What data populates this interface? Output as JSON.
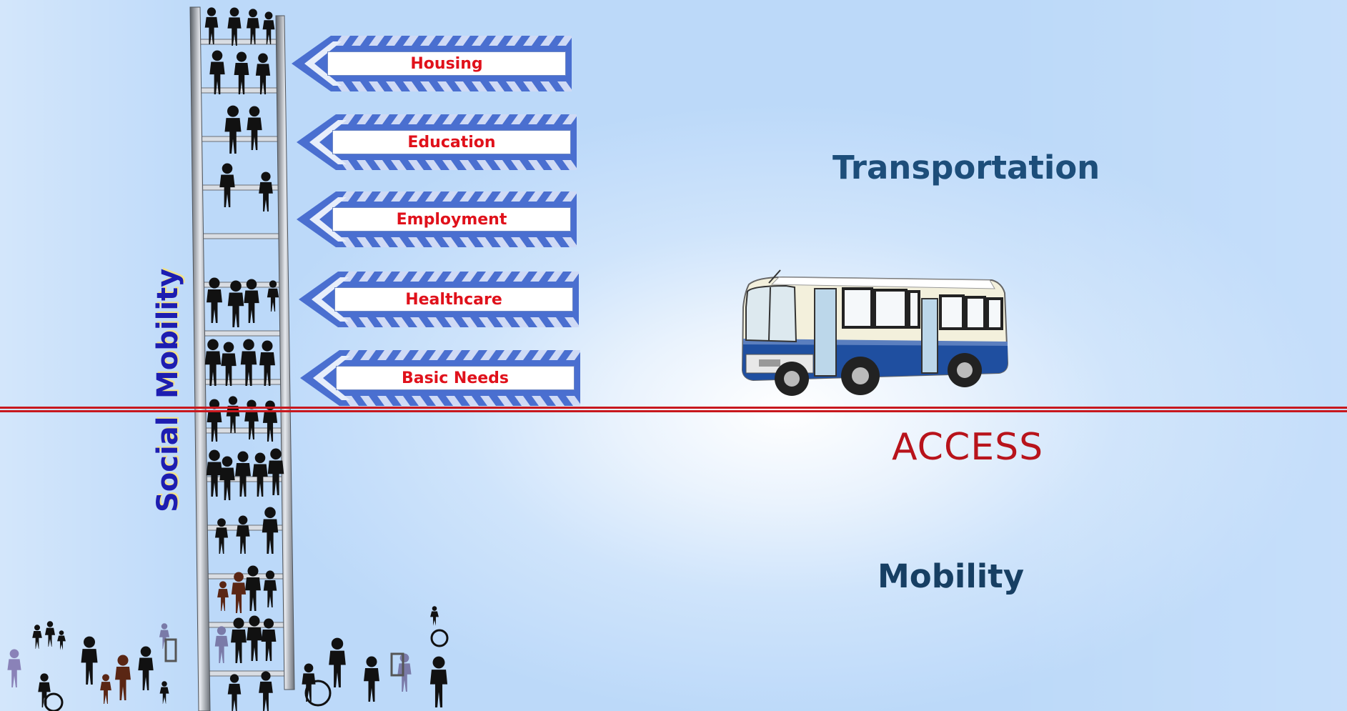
{
  "diagram": {
    "labels": {
      "transportation": "Transportation",
      "access": "ACCESS",
      "mobility": "Mobility",
      "social": "Social",
      "vertical_mobility": "Mobility"
    },
    "arrows": [
      {
        "label": "Housing"
      },
      {
        "label": "Education"
      },
      {
        "label": "Employment"
      },
      {
        "label": "Healthcare"
      },
      {
        "label": "Basic Needs"
      }
    ],
    "colors": {
      "arrow_blue": "#4a6fd0",
      "access_line": "#c8181e",
      "transportation_text": "#1d4e7a",
      "access_text": "#b8131b",
      "vertical_text": "#1d1db1",
      "banner_text": "#e0111b"
    },
    "icons": [
      "ladder-icon",
      "bus-icon",
      "people-silhouettes-icon",
      "wheelchair-user-icon",
      "walker-user-icon"
    ]
  }
}
